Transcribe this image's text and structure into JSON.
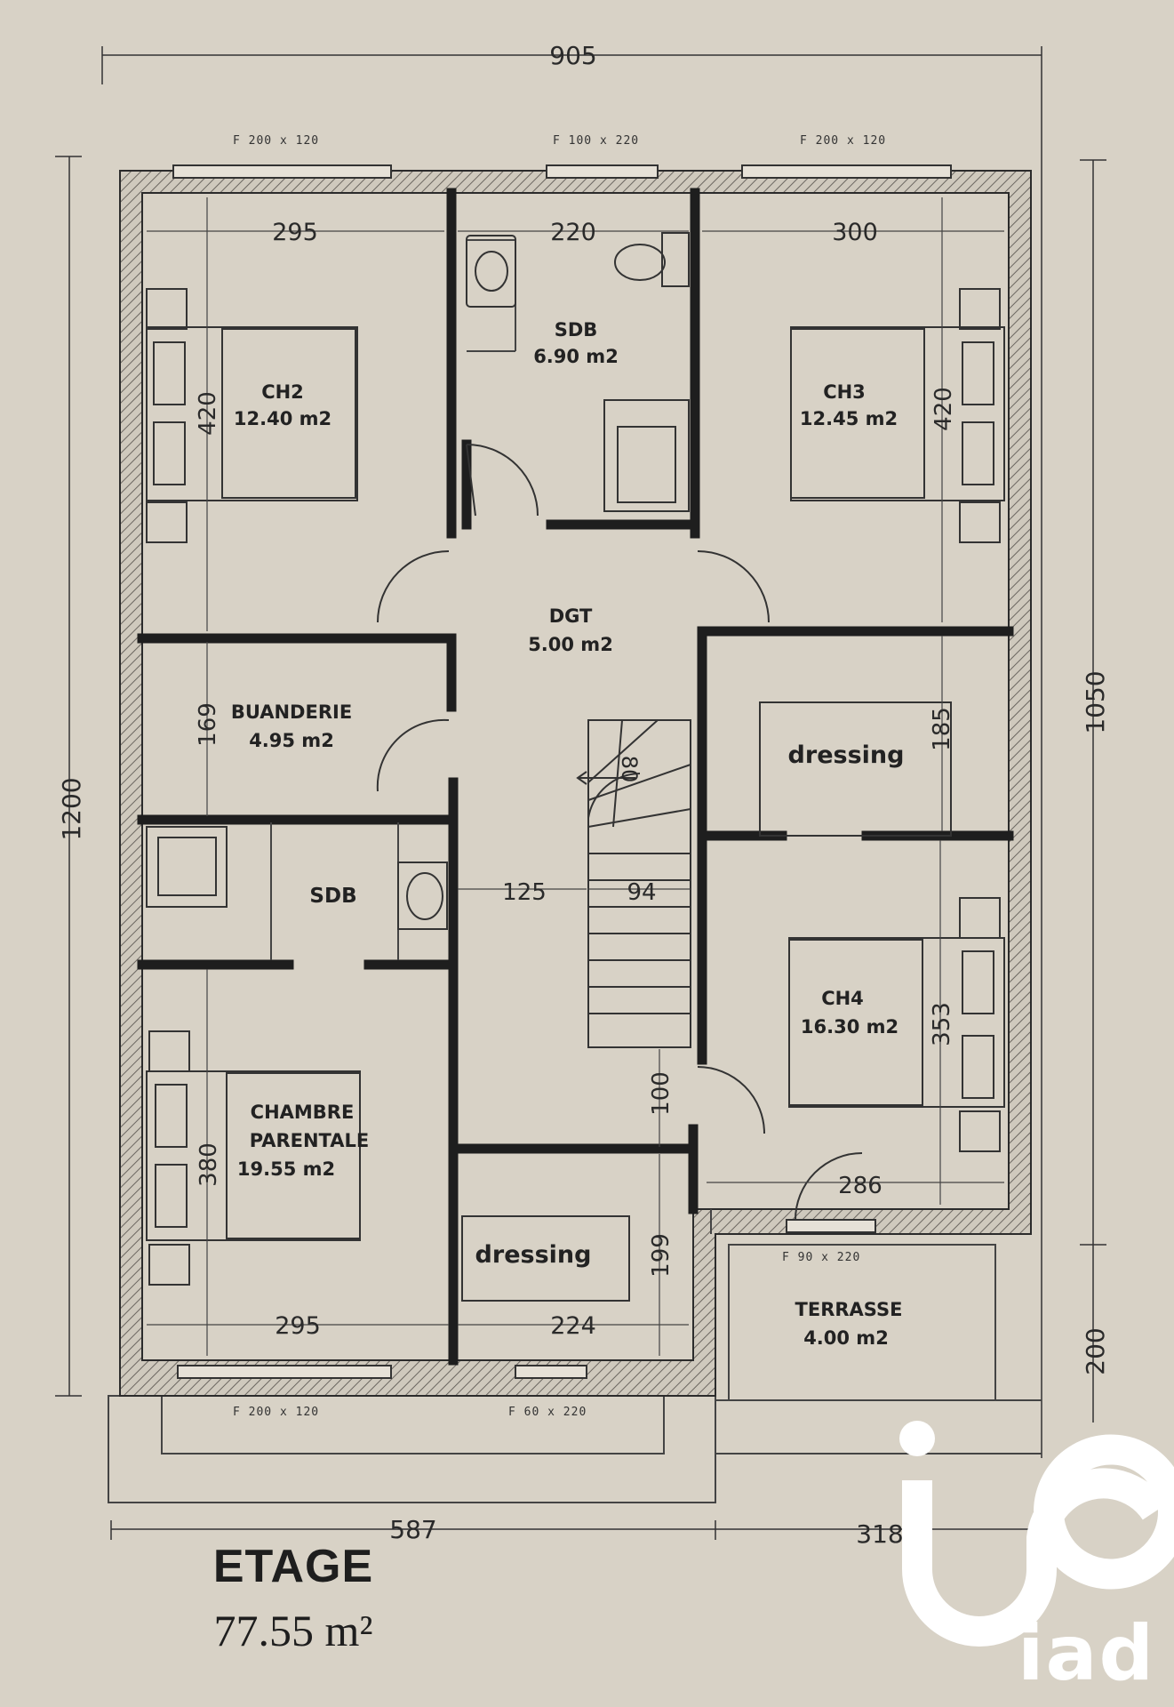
{
  "plan": {
    "overall_width": "905",
    "overall_height": "1200",
    "right_height": "1050",
    "right_bottom": "200",
    "bottom_left": "587",
    "bottom_right": "318"
  },
  "rooms": {
    "ch2": {
      "name": "CH2",
      "area": "12.40 m2"
    },
    "sdb_top": {
      "name": "SDB",
      "area": "6.90 m2"
    },
    "ch3": {
      "name": "CH3",
      "area": "12.45 m2"
    },
    "dgt": {
      "name": "DGT",
      "area": "5.00 m2"
    },
    "buanderie": {
      "name": "BUANDERIE",
      "area": "4.95 m2"
    },
    "dressing_right": {
      "name": "dressing"
    },
    "sdb_left": {
      "name": "SDB"
    },
    "ch4": {
      "name": "CH4",
      "area": "16.30 m2"
    },
    "chambre_parentale": {
      "line1": "CHAMBRE",
      "line2": "PARENTALE",
      "area": "19.55 m2"
    },
    "dressing_bottom": {
      "name": "dressing"
    },
    "terrasse": {
      "name": "TERRASSE",
      "area": "4.00 m2"
    }
  },
  "dimensions": {
    "d295_top": "295",
    "d220": "220",
    "d300": "300",
    "d420_left": "420",
    "d420_right": "420",
    "d169": "169",
    "d185": "185",
    "d80": "80",
    "d125": "125",
    "d94": "94",
    "d353": "353",
    "d100": "100",
    "d380": "380",
    "d286": "286",
    "d199": "199",
    "d295_bottom": "295",
    "d224": "224"
  },
  "footer": {
    "title": "ETAGE",
    "total_area": "77.55 m²"
  },
  "logo": {
    "text": "iad",
    "color": "#ffffff"
  },
  "colors": {
    "paper": "#d8d2c6",
    "ink": "#222222",
    "wall": "#2b2b2b"
  }
}
